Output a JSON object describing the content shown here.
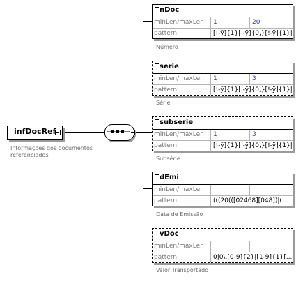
{
  "root": {
    "name": "infDocRef",
    "doc": [
      "Informações dos documentos",
      "referenciados"
    ]
  },
  "labels": {
    "minlen": "minLen/maxLen",
    "pattern": "pattern"
  },
  "children": [
    {
      "name": "nDoc",
      "optional": false,
      "min": "1",
      "max": "20",
      "pattern": "[!-ÿ]{1}[ -ÿ]{0,}[!-ÿ]{1}|...",
      "caption": "Número"
    },
    {
      "name": "serie",
      "optional": true,
      "min": "1",
      "max": "3",
      "pattern": "[!-ÿ]{1}[ -ÿ]{0,}[!-ÿ]{1}|...",
      "caption": "Série"
    },
    {
      "name": "subserie",
      "optional": true,
      "min": "1",
      "max": "3",
      "pattern": "[!-ÿ]{1}[ -ÿ]{0,}[!-ÿ]{1}|...",
      "caption": "Subsérie"
    },
    {
      "name": "dEmi",
      "optional": false,
      "min": "",
      "max": "",
      "pattern": "(((20(([02468][048])|(...",
      "caption": "Data de Emissão"
    },
    {
      "name": "vDoc",
      "optional": true,
      "min": "",
      "max": "",
      "pattern": "0|0\\.[0-9]{2}|[1-9]{1}[...",
      "caption": "Valor Transportado"
    }
  ]
}
